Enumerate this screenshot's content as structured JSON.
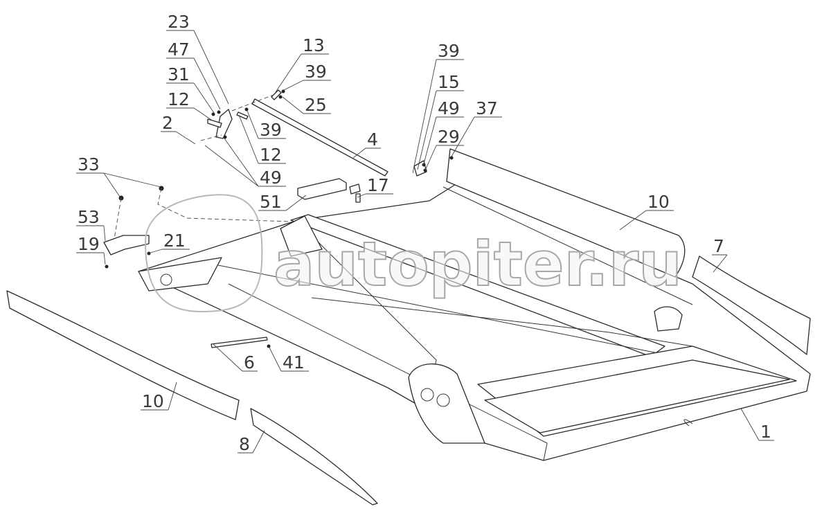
{
  "diagram": {
    "watermark": "autopiter.ru",
    "callouts": [
      "23",
      "47",
      "31",
      "12",
      "2",
      "33",
      "53",
      "19",
      "21",
      "13",
      "39",
      "25",
      "39",
      "12",
      "49",
      "51",
      "4",
      "17",
      "39",
      "15",
      "49",
      "29",
      "37",
      "10",
      "7",
      "10",
      "6",
      "41",
      "8",
      "1"
    ]
  }
}
